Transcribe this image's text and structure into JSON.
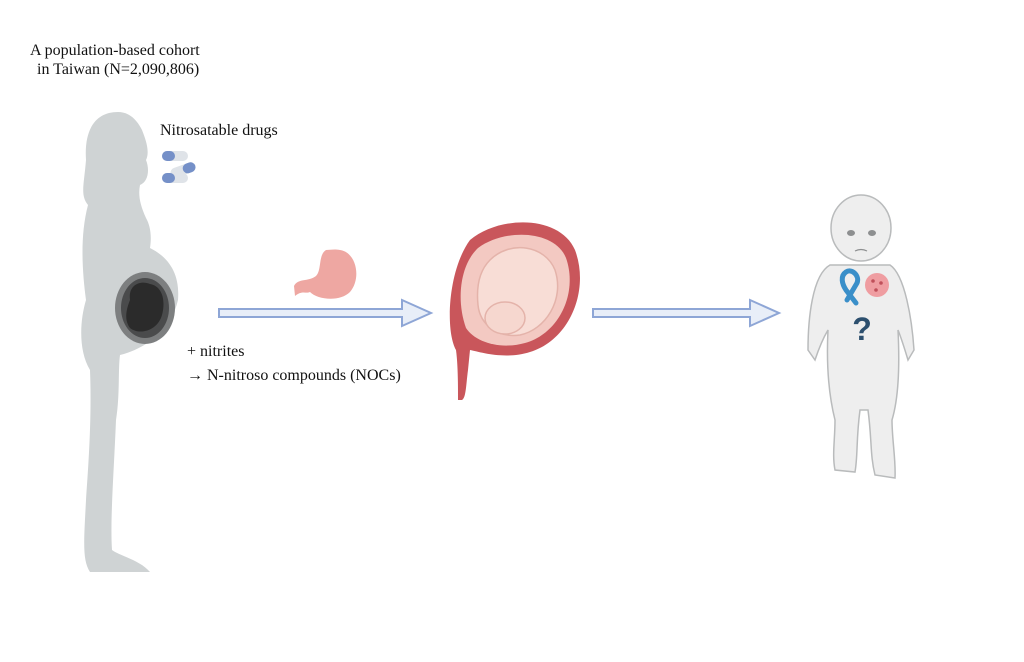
{
  "title": {
    "line1": "A population-based cohort",
    "line2": "in Taiwan (N=2,090,806)"
  },
  "exposure": {
    "label": "Nitrosatable drugs"
  },
  "reaction": {
    "line1": "+ nitrites",
    "line2": "→ N-nitroso compounds (NOCs)"
  },
  "outcome": {
    "symbol": "?"
  },
  "colors": {
    "arrow_fill": "#e8eef8",
    "arrow_stroke": "#8ea6d6",
    "silhouette": "#cfd3d4",
    "stomach": "#eea7a2",
    "uterus": "#c9565b",
    "ribbon": "#3a8fc9",
    "tumor": "#ee8e93",
    "question": "#2c4f6e"
  }
}
